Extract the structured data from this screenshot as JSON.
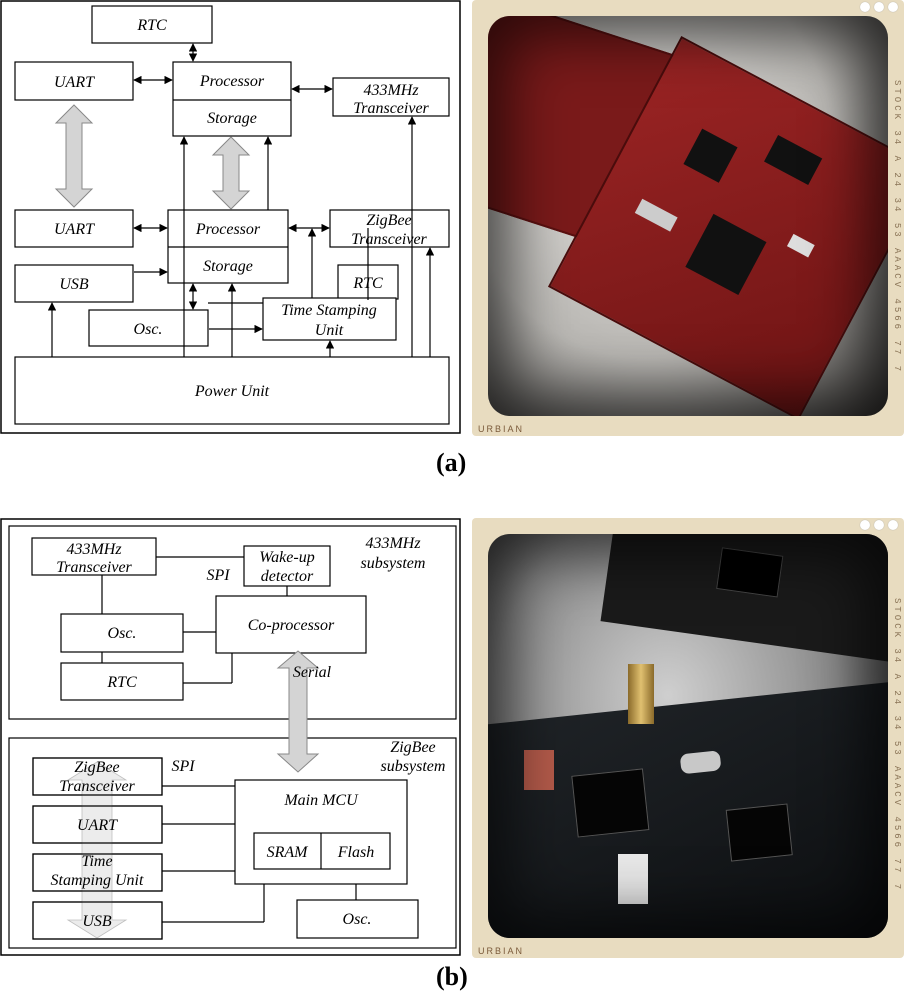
{
  "diagram_a": {
    "blocks": {
      "rtc_top": "RTC",
      "uart_top": "UART",
      "processor_top": "Processor",
      "storage_top": "Storage",
      "transceiver_433_line1": "433MHz",
      "transceiver_433_line2": "Transceiver",
      "uart_mid": "UART",
      "processor_mid": "Processor",
      "storage_mid": "Storage",
      "zigbee_line1": "ZigBee",
      "zigbee_line2": "Transceiver",
      "usb": "USB",
      "rtc_mid": "RTC",
      "osc": "Osc.",
      "tsu_line1": "Time Stamping",
      "tsu_line2": "Unit",
      "power": "Power Unit"
    }
  },
  "caption_a": "(a)",
  "diagram_b": {
    "blocks": {
      "transceiver_433_line1": "433MHz",
      "transceiver_433_line2": "Transceiver",
      "wake_line1": "Wake-up",
      "wake_line2": "detector",
      "sub433_line1": "433MHz",
      "sub433_line2": "subsystem",
      "spi_top": "SPI",
      "osc_top": "Osc.",
      "coprocessor": "Co-processor",
      "rtc": "RTC",
      "serial": "Serial",
      "zigbee_sub_line1": "ZigBee",
      "zigbee_sub_line2": "subsystem",
      "zigbee_line1": "ZigBee",
      "zigbee_line2": "Transceiver",
      "spi_bottom": "SPI",
      "main_mcu": "Main MCU",
      "uart": "UART",
      "sram": "SRAM",
      "flash": "Flash",
      "tsu_line1": "Time",
      "tsu_line2": "Stamping Unit",
      "usb": "USB",
      "osc_bottom": "Osc."
    }
  },
  "caption_b": "(b)",
  "photos": {
    "brand": "URBIAN",
    "side_text": "STOCK 34 A 24 34 53 AAACV 4566 77 7"
  },
  "colors": {
    "pcb_red": "#8a1c1c",
    "pcb_black": "#151515",
    "arrow_gray": "#d4d4d4"
  }
}
